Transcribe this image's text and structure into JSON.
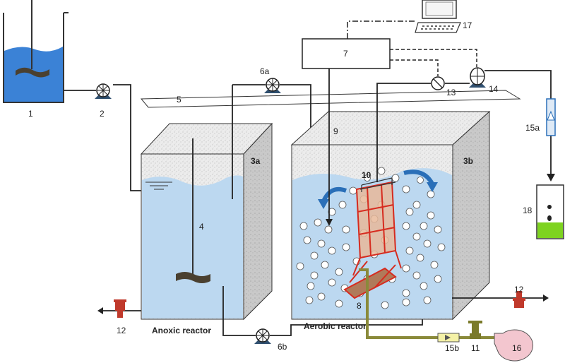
{
  "labels": {
    "n1": "1",
    "n2": "2",
    "n3a": "3a",
    "n3b": "3b",
    "n4": "4",
    "n5": "5",
    "n6a": "6a",
    "n6b": "6b",
    "n7": "7",
    "n8": "8",
    "n9": "9",
    "n10": "10",
    "n11": "11",
    "n12_left": "12",
    "n12_right": "12",
    "n13": "13",
    "n14": "14",
    "n15a": "15a",
    "n15b": "15b",
    "n16": "16",
    "n17": "17",
    "n18": "18",
    "anoxic": "Anoxic reactor",
    "aerobic": "Aerobic reactor"
  },
  "colors": {
    "water": "#a9cdea",
    "feed_water": "#3b82d6",
    "speckle": "#d9d9d9",
    "pump_blue": "#2f4f6f",
    "valve_orange": "#c0392b",
    "air_line": "#8a8a3a",
    "membrane_frame": "#d62b1f",
    "membrane_fill": "#e8b89a",
    "green_liquid": "#7ed320",
    "blower": "#f3c6cf"
  },
  "icons": {
    "pump": "pump-icon",
    "valve": "valve-icon",
    "computer": "computer-icon",
    "blower": "blower-icon"
  }
}
